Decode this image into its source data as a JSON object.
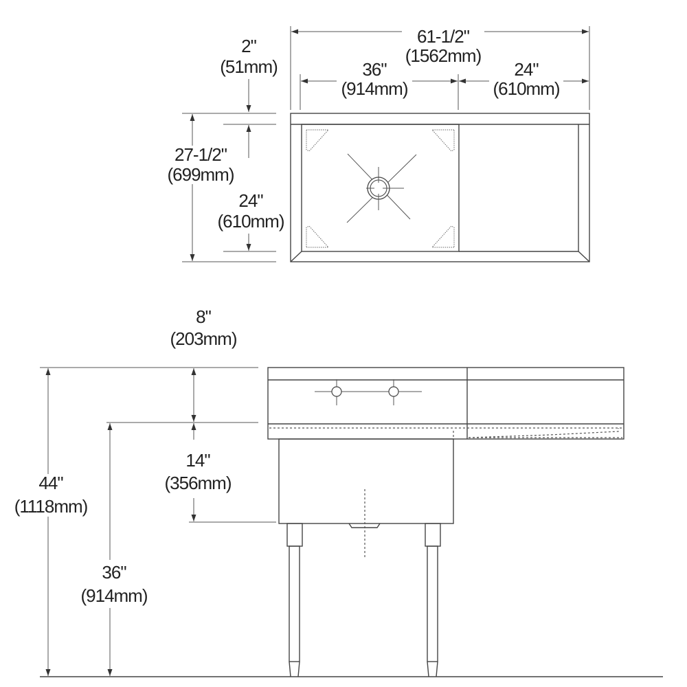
{
  "top_view": {
    "overall_width": {
      "in": "61-1/2\"",
      "mm": "(1562mm)"
    },
    "sink_width": {
      "in": "36\"",
      "mm": "(914mm)"
    },
    "drainboard_width": {
      "in": "24\"",
      "mm": "(610mm)"
    },
    "backsplash_depth": {
      "in": "2\"",
      "mm": "(51mm)"
    },
    "overall_depth": {
      "in": "27-1/2\"",
      "mm": "(699mm)"
    },
    "sink_depth": {
      "in": "24\"",
      "mm": "(610mm)"
    }
  },
  "front_view": {
    "backsplash_height": {
      "in": "8\"",
      "mm": "(203mm)"
    },
    "bowl_depth": {
      "in": "14\"",
      "mm": "(356mm)"
    },
    "overall_height": {
      "in": "44\"",
      "mm": "(1118mm)"
    },
    "work_height": {
      "in": "36\"",
      "mm": "(914mm)"
    }
  },
  "colors": {
    "line": "#444444",
    "text": "#222222"
  }
}
